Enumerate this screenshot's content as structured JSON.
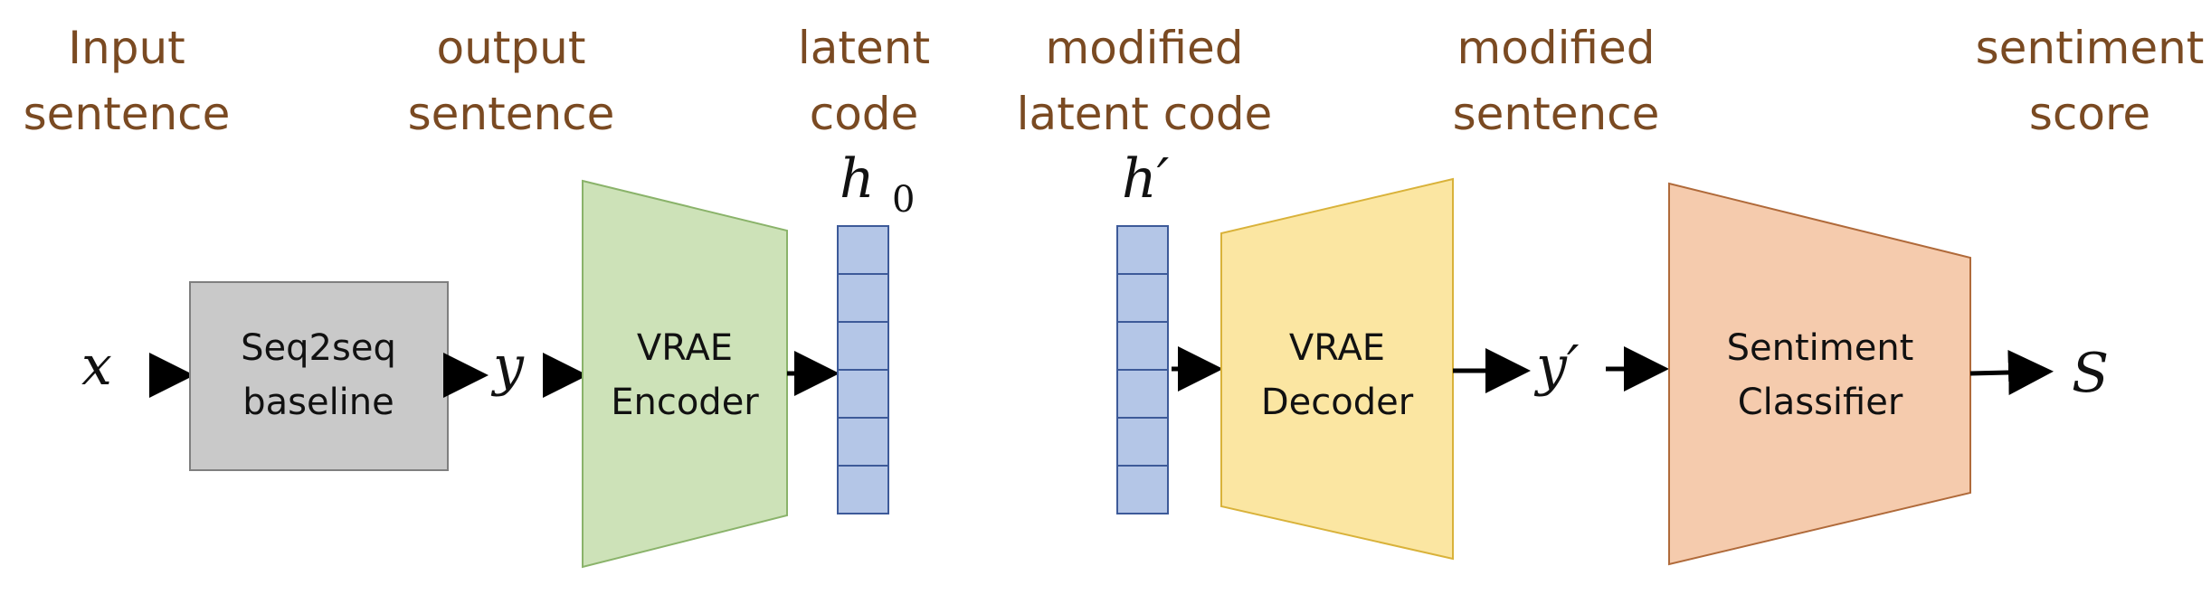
{
  "headers": {
    "input_line1": "Input",
    "input_line2": "sentence",
    "output_line1": "output",
    "output_line2": "sentence",
    "latent_line1": "latent",
    "latent_line2": "code",
    "modlatent_line1": "modified",
    "modlatent_line2": "latent code",
    "modsent_line1": "modified",
    "modsent_line2": "sentence",
    "score_line1": "sentiment",
    "score_line2": "score"
  },
  "blocks": {
    "baseline_line1": "Seq2seq",
    "baseline_line2": "baseline",
    "encoder_line1": "VRAE",
    "encoder_line2": "Encoder",
    "decoder_line1": "VRAE",
    "decoder_line2": "Decoder",
    "classifier_line1": "Sentiment",
    "classifier_line2": "Classifier"
  },
  "symbols": {
    "x": "x",
    "y": "y",
    "h0": "h",
    "h0_sub": "0",
    "hprime": "h′",
    "yprime": "y′",
    "s": "S"
  },
  "colors": {
    "header_text": "#7a4a22",
    "baseline_fill": "#c9c9c9",
    "encoder_fill": "#cde2b8",
    "encoder_stroke": "#8ab36a",
    "latent_fill": "#b4c6e7",
    "latent_stroke": "#3d5a99",
    "decoder_fill": "#fbe6a2",
    "decoder_stroke": "#d9b23a",
    "classifier_fill": "#f5cbad",
    "classifier_stroke": "#b06a3a"
  }
}
